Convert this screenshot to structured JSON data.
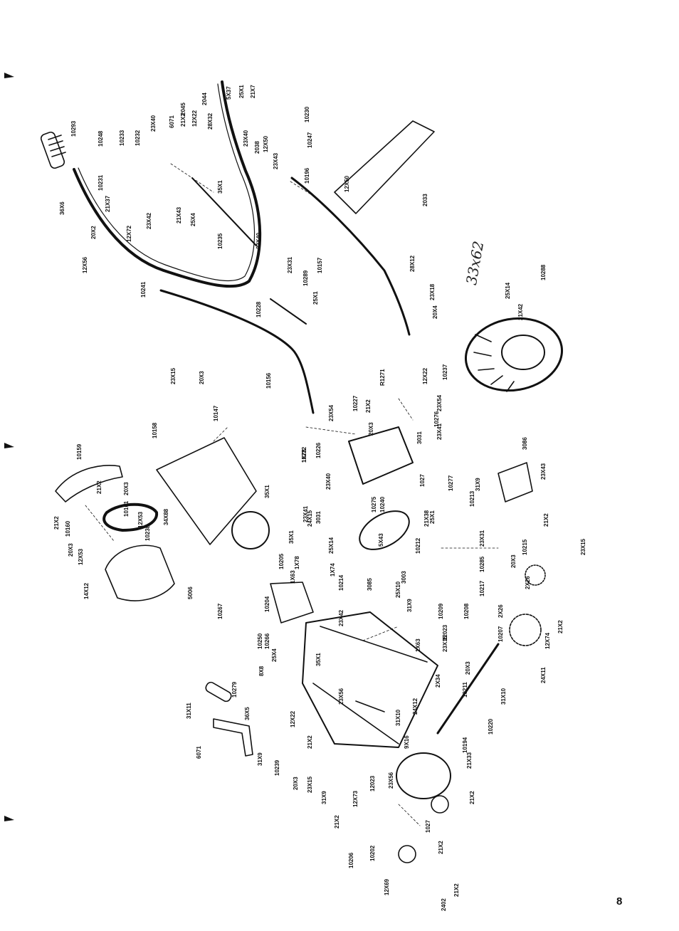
{
  "page_number": "8",
  "handwritten_note": "33x62",
  "part_labels": [
    "36X6",
    "10293",
    "10248",
    "10233",
    "10232",
    "23X40",
    "2045",
    "6071",
    "21X2",
    "12X22",
    "2044",
    "28X32",
    "5X37",
    "25X1",
    "21X7",
    "10230",
    "10231",
    "21X37",
    "12X72",
    "23X42",
    "21X43",
    "25X4",
    "35X1",
    "10235",
    "23X40",
    "23X43",
    "23X40",
    "2038",
    "12X50",
    "10247",
    "10196",
    "12X50",
    "2033",
    "12X56",
    "20X2",
    "10241",
    "23X31",
    "10289",
    "10157",
    "28X12",
    "10228",
    "25X1",
    "20X4",
    "23X18",
    "10156",
    "10288",
    "25X14",
    "21X42",
    "10159",
    "21X2",
    "20X3",
    "10161",
    "12X53",
    "34X88",
    "21X2",
    "10160",
    "20X3",
    "12X53",
    "14X12",
    "10238",
    "5006",
    "10158",
    "10147",
    "35X1",
    "10205",
    "1X63",
    "10204",
    "10267",
    "10250",
    "35X1",
    "23X41",
    "3031",
    "1X78",
    "23X54",
    "10227",
    "21X2",
    "20X3",
    "R1271",
    "12X22",
    "10237",
    "23X54",
    "10276",
    "23X41",
    "3031",
    "1X78",
    "10226",
    "10222",
    "23X40",
    "24X15",
    "10275",
    "10240",
    "21X38",
    "10277",
    "1027",
    "25X14",
    "1X74",
    "5X43",
    "10212",
    "3003",
    "25X1",
    "25X10",
    "10214",
    "3085",
    "31X9",
    "31X9",
    "3086",
    "23X43",
    "10213",
    "23X31",
    "10285",
    "10217",
    "10215",
    "21X2",
    "23X15",
    "20X3",
    "2X26",
    "2X26",
    "10207",
    "10208",
    "10209",
    "8X8",
    "25X4",
    "10266",
    "23X42",
    "35X1",
    "1X63",
    "23X15",
    "23X56",
    "12023",
    "20X3",
    "21X2",
    "12X74",
    "2X34",
    "10211",
    "24X11",
    "24X12",
    "31X10",
    "31X10",
    "31X11",
    "10279",
    "36X5",
    "12X22",
    "21X2",
    "6071",
    "10220",
    "10194",
    "9X16",
    "21X33",
    "31X9",
    "10239",
    "20X3",
    "23X15",
    "31X9",
    "12023",
    "23X56",
    "12X73",
    "21X2",
    "21X2",
    "10206",
    "10202",
    "1027",
    "21X2",
    "12X69",
    "2402",
    "21X2",
    "23X15",
    "20X3"
  ]
}
